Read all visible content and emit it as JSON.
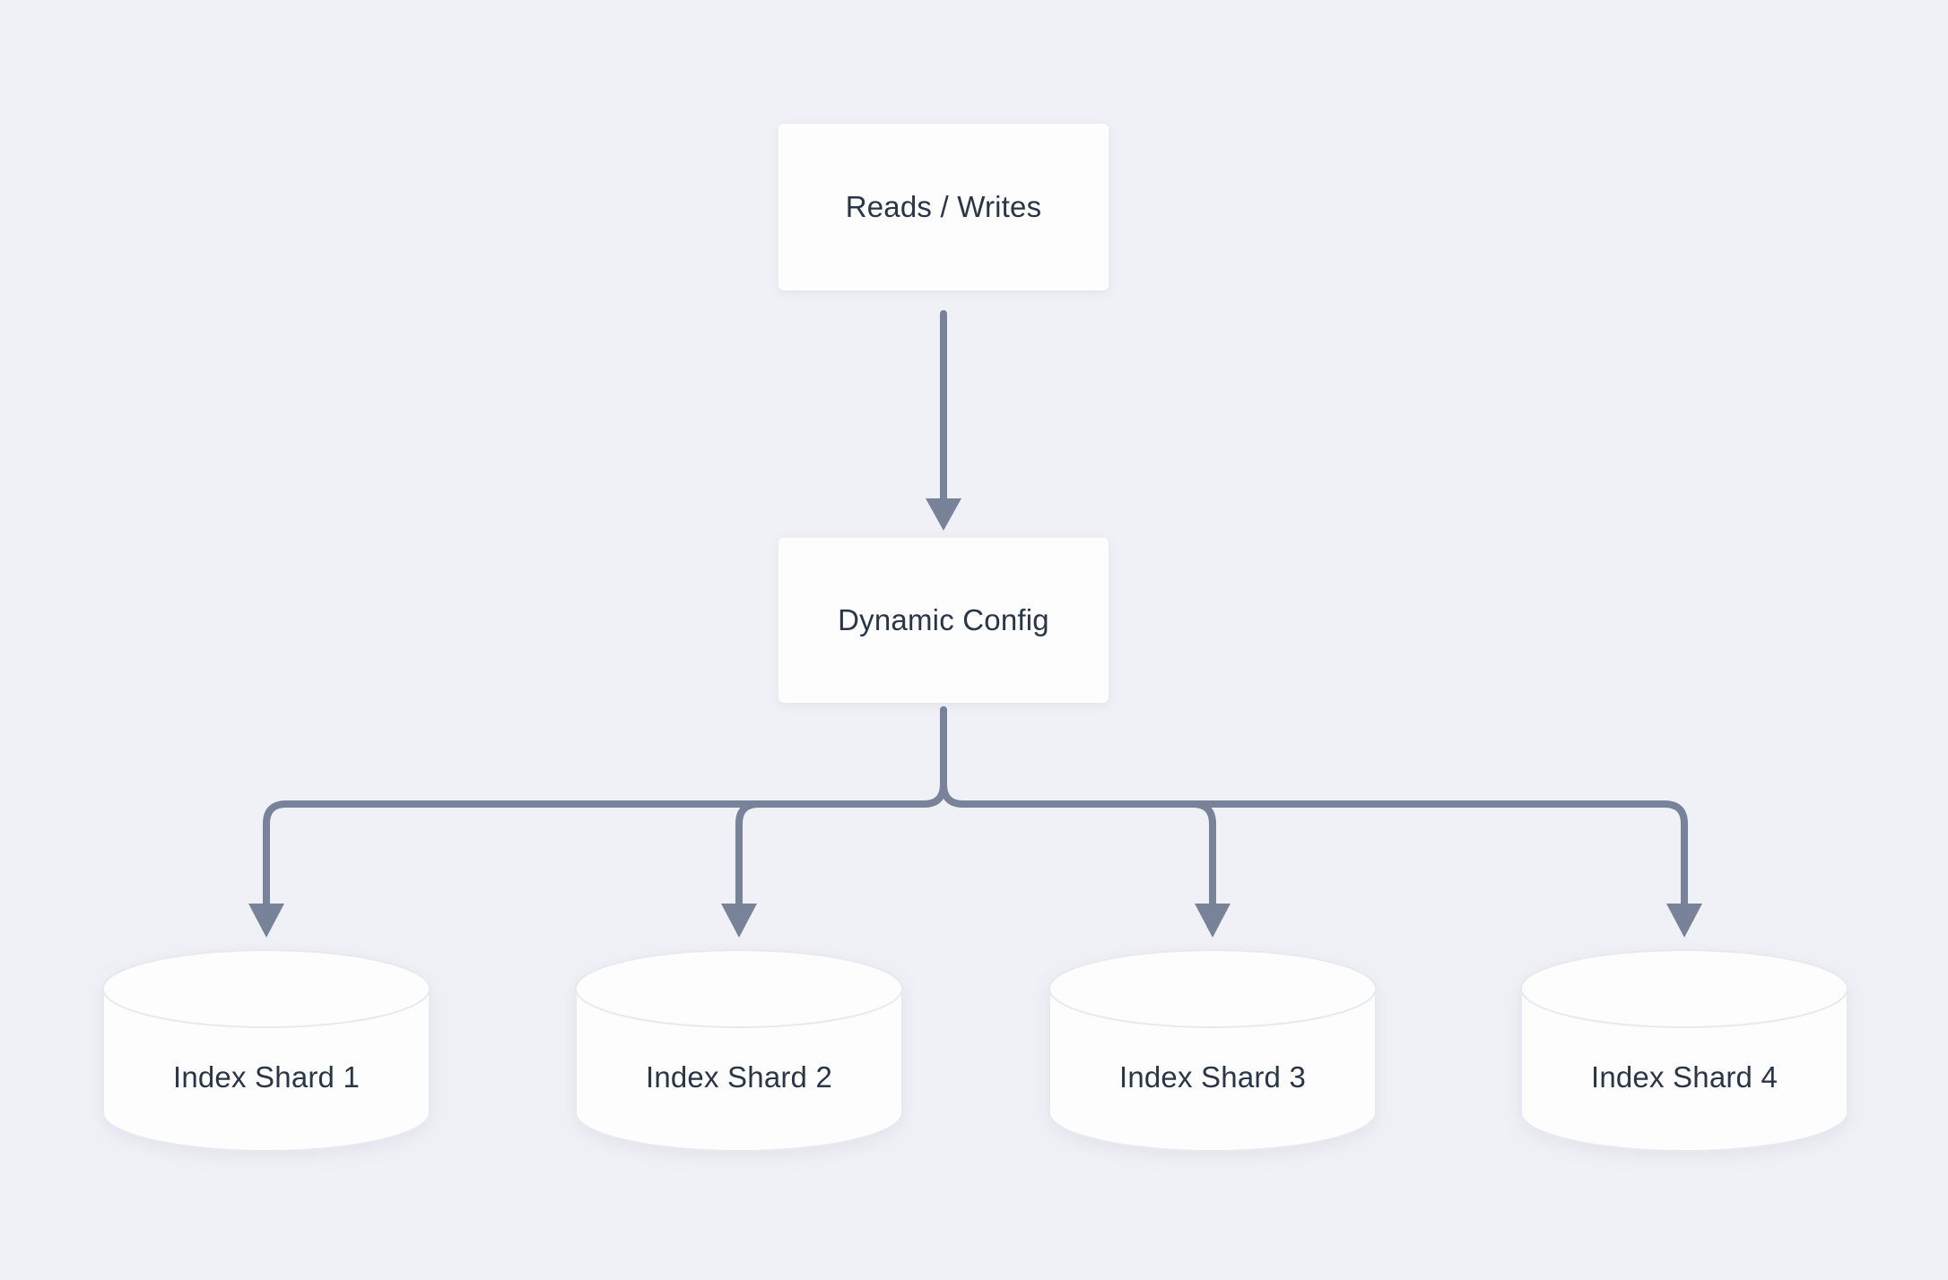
{
  "diagram": {
    "colors": {
      "background": "#F0F1F6",
      "connector": "#78839A",
      "node_fill": "#FDFDFE",
      "node_text": "#2A3647",
      "cylinder_stroke": "#E7E9F0"
    },
    "nodes": {
      "reads_writes": {
        "label": "Reads / Writes",
        "shape": "rectangle"
      },
      "dynamic_config": {
        "label": "Dynamic Config",
        "shape": "rectangle"
      },
      "shards": [
        {
          "label": "Index Shard 1",
          "shape": "cylinder"
        },
        {
          "label": "Index Shard 2",
          "shape": "cylinder"
        },
        {
          "label": "Index Shard 3",
          "shape": "cylinder"
        },
        {
          "label": "Index Shard 4",
          "shape": "cylinder"
        }
      ]
    },
    "edges": [
      {
        "from": "Reads / Writes",
        "to": "Dynamic Config"
      },
      {
        "from": "Dynamic Config",
        "to": "Index Shard 1"
      },
      {
        "from": "Dynamic Config",
        "to": "Index Shard 2"
      },
      {
        "from": "Dynamic Config",
        "to": "Index Shard 3"
      },
      {
        "from": "Dynamic Config",
        "to": "Index Shard 4"
      }
    ]
  }
}
